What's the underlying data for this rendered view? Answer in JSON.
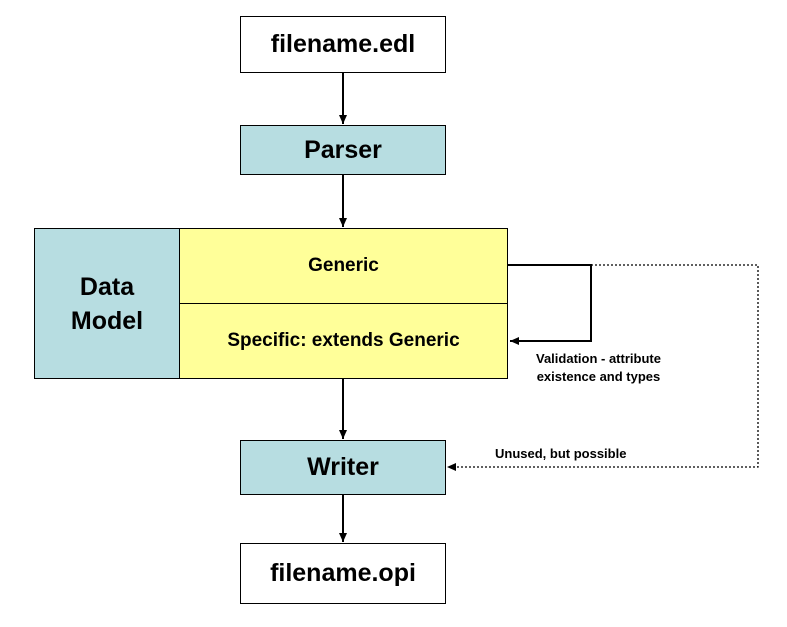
{
  "nodes": {
    "input_file": "filename.edl",
    "parser": "Parser",
    "data_model_line1": "Data",
    "data_model_line2": "Model",
    "generic": "Generic",
    "specific": "Specific: extends Generic",
    "writer": "Writer",
    "output_file": "filename.opi"
  },
  "annotations": {
    "validation_line1": "Validation - attribute",
    "validation_line2": "existence and types",
    "unused": "Unused, but possible"
  },
  "colors": {
    "process_fill": "#b7dde1",
    "model_section_fill": "#ffff99",
    "file_fill": "#ffffff"
  }
}
